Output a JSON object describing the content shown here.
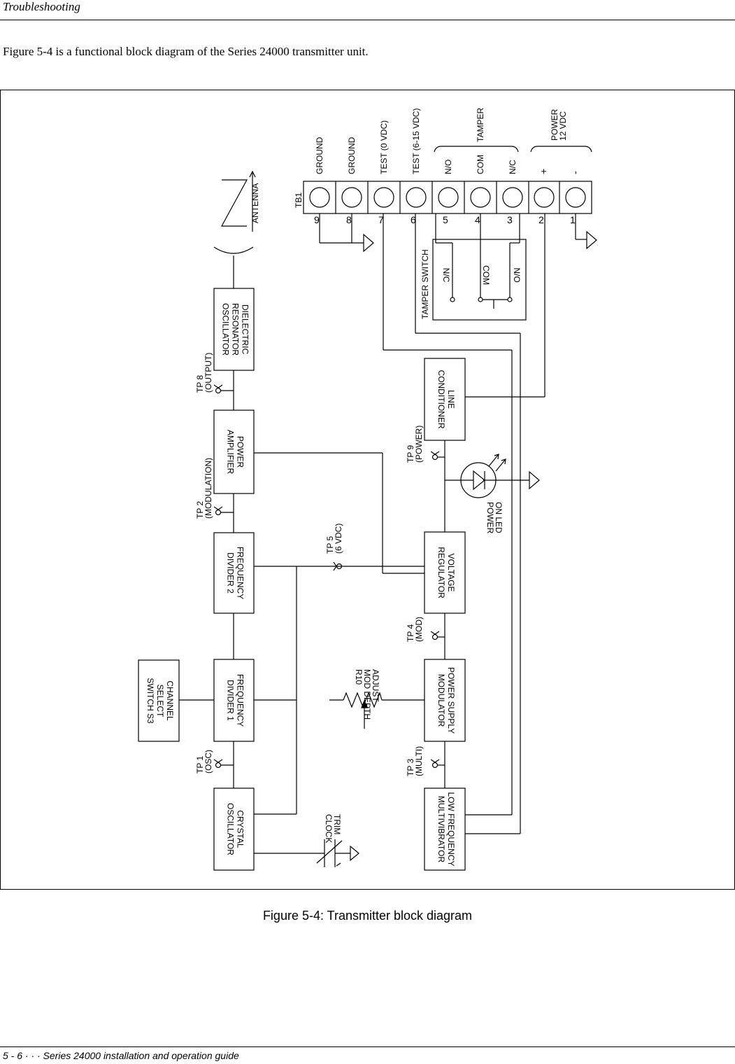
{
  "page": {
    "running_head": "Troubleshooting",
    "intro": "Figure 5-4 is a functional block diagram of the Series 24000 transmitter unit.",
    "caption": "Figure 5-4: Transmitter block diagram",
    "footer": "5 - 6  ·  ·  ·   Series 24000 installation and operation guide"
  },
  "diagram": {
    "blocks": {
      "dielectric": [
        "DIELECTRIC",
        "RESONATOR",
        "OSCILLATOR"
      ],
      "power_amp": [
        "POWER",
        "AMPLIFIER"
      ],
      "freq_div2": [
        "FREQUENCY",
        "DIVIDER 2"
      ],
      "freq_div1": [
        "FREQUENCY",
        "DIVIDER 1"
      ],
      "crystal": [
        "CRYSTAL",
        "OSCILLATOR"
      ],
      "channel": [
        "CHANNEL",
        "SELECT",
        "SWITCH S3"
      ],
      "line_cond": [
        "LINE",
        "CONDITIONER"
      ],
      "volt_reg": [
        "VOLTAGE",
        "REGULATOR"
      ],
      "psu_mod": [
        "POWER SUPPLY",
        "MODULATOR"
      ],
      "lf_multi": [
        "LOW FREQUENCY",
        "MULTIVIBRATOR"
      ]
    },
    "test_points": {
      "tp8": [
        "TP 8",
        "(OUTPUT)"
      ],
      "tp2": [
        "TP 2",
        "(MODULATION)"
      ],
      "tp1": [
        "TP 1",
        "(OSC)"
      ],
      "tp5": [
        "TP 5",
        "(6 VDC)"
      ],
      "tp9": [
        "TP 9",
        "(POWER)"
      ],
      "tp4": [
        "TP 4",
        "(MOD)"
      ],
      "tp3": [
        "TP 3",
        "(MULTI)"
      ]
    },
    "antenna": "ANTENNA",
    "clock_trim": [
      "CLOCK",
      "TRIM"
    ],
    "r10": [
      "R10",
      "MOD DEPTH",
      "ADJUST"
    ],
    "power_led": [
      "POWER",
      "ON LED"
    ],
    "tamper_switch": {
      "title": "TAMPER SWITCH",
      "contacts": [
        "N/C",
        "COM",
        "N/O"
      ]
    },
    "terminal_block": {
      "id": "TB1",
      "terminals": [
        {
          "num": "9",
          "label": "GROUND"
        },
        {
          "num": "8",
          "label": "GROUND"
        },
        {
          "num": "7",
          "label": "TEST (0 VDC)"
        },
        {
          "num": "6",
          "label": "TEST (6-15 VDC)"
        },
        {
          "num": "5",
          "label": "N/O"
        },
        {
          "num": "4",
          "label": "COM"
        },
        {
          "num": "3",
          "label": "N/C"
        },
        {
          "num": "2",
          "label": "+"
        },
        {
          "num": "1",
          "label": "-"
        }
      ],
      "group_tamper": "TAMPER",
      "group_power": [
        "POWER",
        "12 VDC"
      ]
    }
  }
}
